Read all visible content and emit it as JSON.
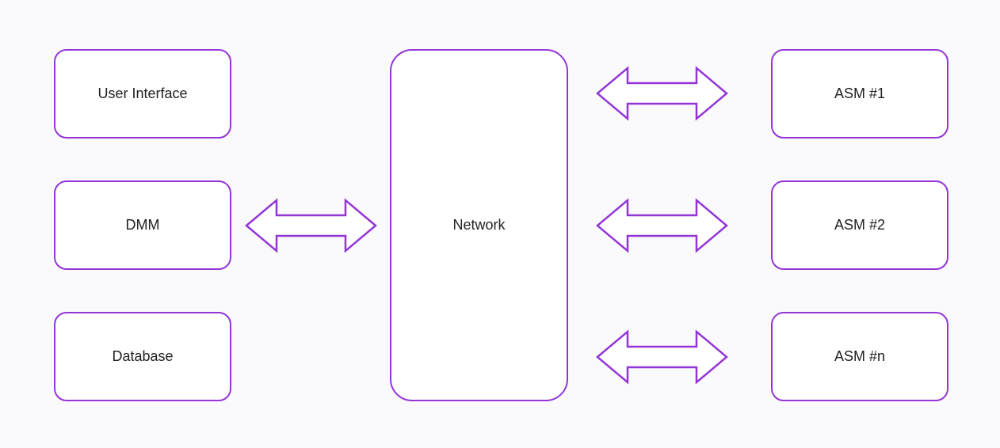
{
  "colors": {
    "accent": "#9435d6",
    "background": "#fafafc"
  },
  "left_boxes": [
    "User Interface",
    "DMM",
    "Database"
  ],
  "center_box": "Network",
  "right_boxes": [
    "ASM #1",
    "ASM #2",
    "ASM #n"
  ]
}
